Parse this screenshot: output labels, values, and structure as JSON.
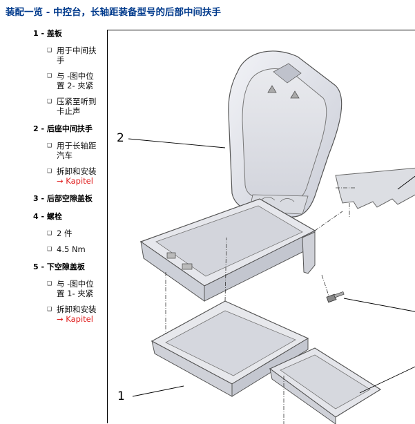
{
  "title": "装配一览 - 中控台，长轴距装备型号的后部中间扶手",
  "parts": [
    {
      "number": "1 - ",
      "name": "盖板",
      "notes": [
        {
          "text": "用于中间扶手"
        },
        {
          "text": "与 -图中位置 2- 夹紧"
        },
        {
          "text": "压紧至听到卡止声"
        }
      ]
    },
    {
      "number": "2 - ",
      "name": "后座中间扶手",
      "notes": [
        {
          "text": "用于长轴距汽车"
        },
        {
          "text": "拆卸和安装",
          "link": "→ Kapitel"
        }
      ]
    },
    {
      "number": "3 - ",
      "name": "后部空隙盖板",
      "notes": []
    },
    {
      "number": "4 - ",
      "name": "螺栓",
      "notes": [
        {
          "text": "2 件"
        },
        {
          "text": "4.5 Nm"
        }
      ]
    },
    {
      "number": "5 - ",
      "name": "下空隙盖板",
      "notes": [
        {
          "text": "与 -图中位置 1- 夹紧"
        },
        {
          "text": "拆卸和安装",
          "link": "→ Kapitel"
        }
      ]
    }
  ],
  "callouts": {
    "label_2": "2",
    "label_1": "1"
  },
  "colors": {
    "title": "#003a8c",
    "link": "#e02020"
  }
}
